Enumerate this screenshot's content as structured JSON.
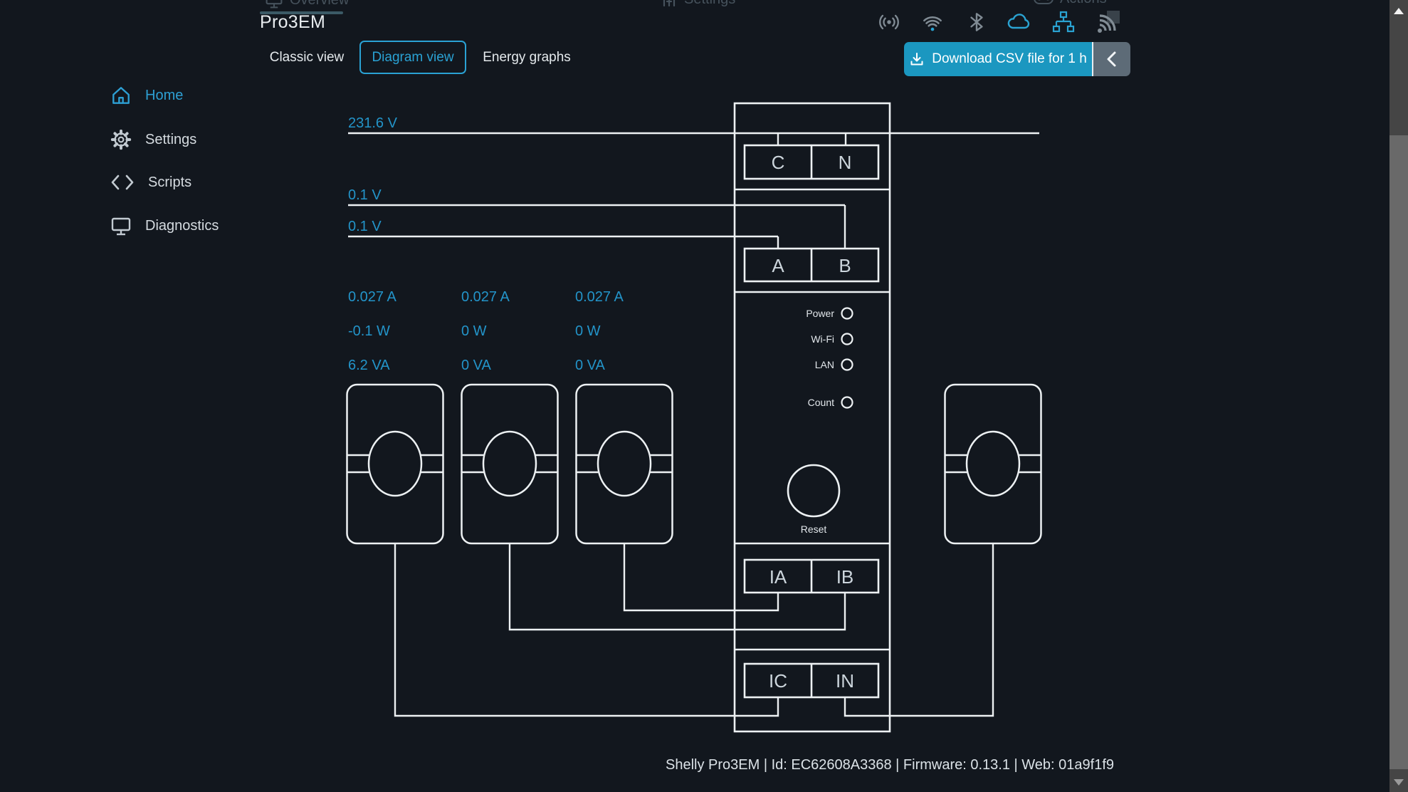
{
  "topnav": {
    "items": [
      {
        "label": "Overview",
        "icon": "monitor-icon",
        "active": true
      },
      {
        "label": "Settings",
        "icon": "sliders-icon",
        "active": false
      },
      {
        "label": "Actions",
        "icon": "gamepad-icon",
        "active": false
      }
    ]
  },
  "header": {
    "device_title": "Pro3EM",
    "status_icons": [
      {
        "name": "radio-icon",
        "color": "#808b94"
      },
      {
        "name": "wifi-icon",
        "color": "#808b94",
        "dot_color": "#2aa3d2"
      },
      {
        "name": "bluetooth-icon",
        "color": "#808b94"
      },
      {
        "name": "cloud-icon",
        "color": "#2aa3d2"
      },
      {
        "name": "ethernet-icon",
        "color": "#2aa3d2"
      },
      {
        "name": "rss-icon",
        "color": "#808b94"
      }
    ],
    "tabs": [
      {
        "label": "Classic view",
        "active": false
      },
      {
        "label": "Diagram view",
        "active": true
      },
      {
        "label": "Energy graphs",
        "active": false
      }
    ],
    "download": {
      "label": "Download CSV file for 1 h",
      "icon": "download-icon",
      "collapse_icon": "chevron-left-icon"
    }
  },
  "sidebar": {
    "items": [
      {
        "label": "Home",
        "icon": "home-icon",
        "active": true
      },
      {
        "label": "Settings",
        "icon": "gear-icon",
        "active": false
      },
      {
        "label": "Scripts",
        "icon": "code-icon",
        "active": false
      },
      {
        "label": "Diagnostics",
        "icon": "monitor-icon",
        "active": false
      }
    ]
  },
  "diagram": {
    "phases": [
      {
        "voltage": "231.6 V",
        "current": "0.027 A",
        "power": "-0.1 W",
        "apparent_power": "6.2 VA"
      },
      {
        "voltage": "0.1 V",
        "current": "0.027 A",
        "power": "0 W",
        "apparent_power": "0 VA"
      },
      {
        "voltage": "0.1 V",
        "current": "0.027 A",
        "power": "0 W",
        "apparent_power": "0 VA"
      }
    ],
    "terminals": {
      "voltage_top": [
        "C",
        "N"
      ],
      "voltage_mid": [
        "A",
        "B"
      ],
      "current_top": [
        "IA",
        "IB"
      ],
      "current_bottom": [
        "IC",
        "IN"
      ]
    },
    "leds": [
      "Power",
      "Wi-Fi",
      "LAN",
      "Count"
    ],
    "reset_label": "Reset"
  },
  "footer": {
    "device_info": "Shelly Pro3EM | Id: EC62608A3368 | Firmware: 0.13.1 | Web: 01a9f1f9"
  },
  "colors": {
    "background": "#12171e",
    "accent_blue": "#2aa2d4",
    "value_blue": "#2394c9",
    "button_blue": "#1b97c0",
    "button_chevron_gray": "#5d6b77",
    "diagram_stroke": "#edf1f3",
    "dim_header_gray": "#46525c"
  }
}
